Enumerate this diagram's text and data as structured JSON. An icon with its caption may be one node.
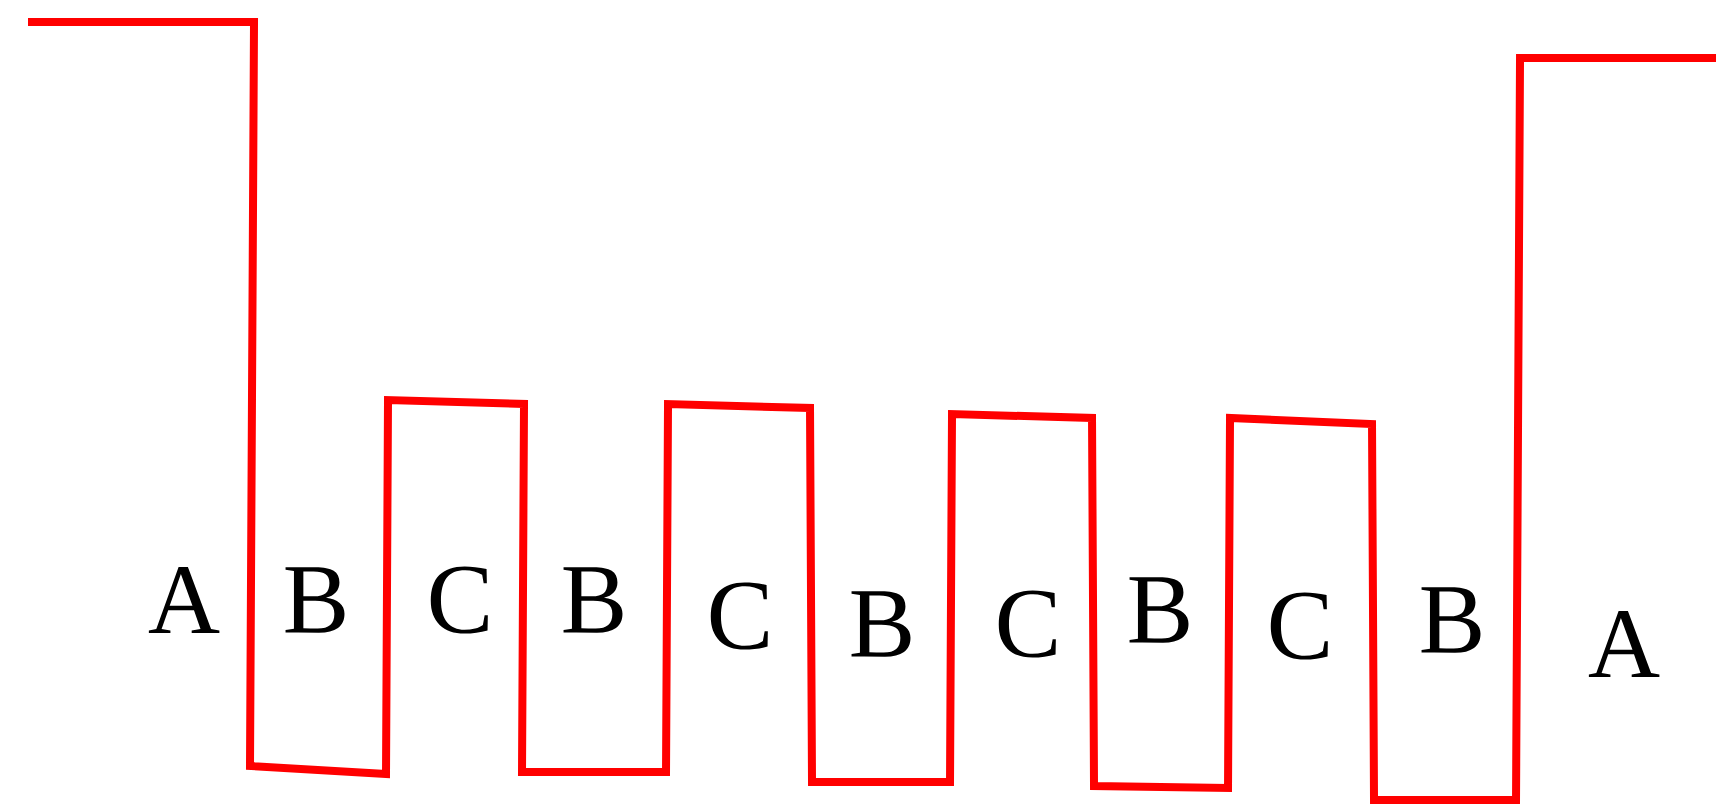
{
  "diagram": {
    "labels": [
      "A",
      "B",
      "C",
      "B",
      "C",
      "B",
      "C",
      "B",
      "C",
      "B",
      "A"
    ]
  }
}
